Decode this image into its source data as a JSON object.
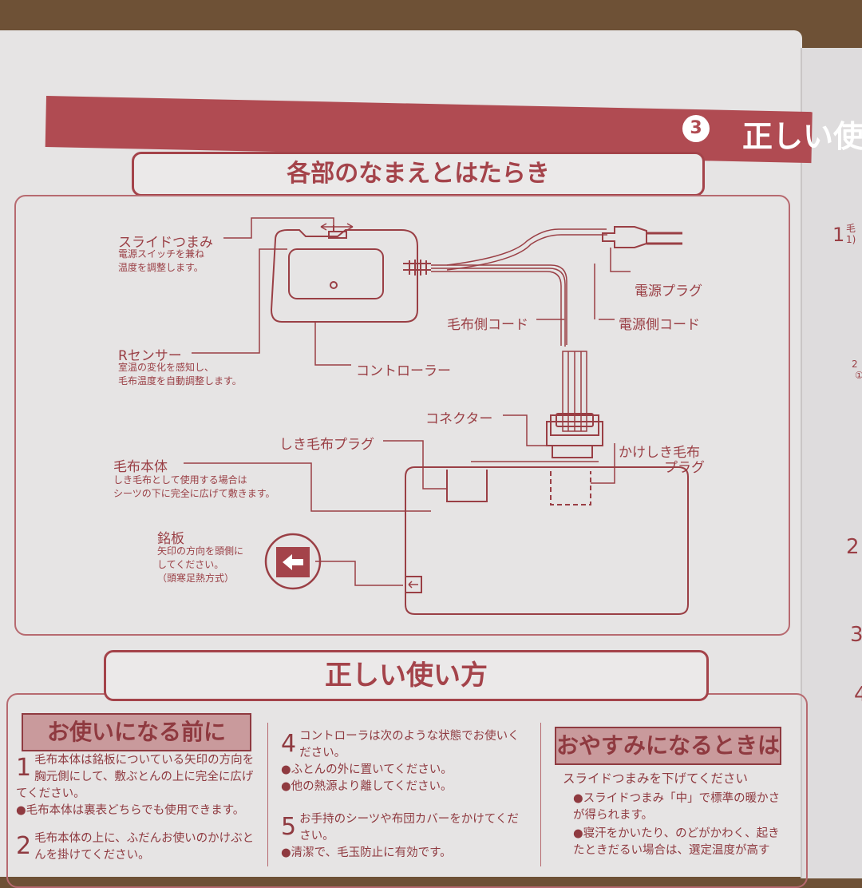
{
  "header": {
    "section_number": "3",
    "section_title": "正しい使い"
  },
  "parts": {
    "title": "各部のなまえとはたらき",
    "slide_knob": {
      "name": "スライドつまみ",
      "desc1": "電源スイッチを兼ね",
      "desc2": "温度を調整します。"
    },
    "r_sensor": {
      "name": "Rセンサー",
      "desc1": "室温の変化を感知し、",
      "desc2": "毛布温度を自動調整します。"
    },
    "controller": "コントローラー",
    "power_plug": "電源プラグ",
    "power_cord": "電源側コード",
    "blanket_cord": "毛布側コード",
    "connector": "コネクター",
    "under_plug": "しき毛布プラグ",
    "over_plug1": "かけしき毛布",
    "over_plug2": "プラグ",
    "body": {
      "name": "毛布本体",
      "desc1": "しき毛布として使用する場合は",
      "desc2": "シーツの下に完全に広げて敷きます。"
    },
    "nameplate": {
      "name": "銘板",
      "desc1": "矢印の方向を頭側に",
      "desc2": "してください。",
      "desc3": "（頭寒足熱方式）"
    }
  },
  "usage": {
    "title": "正しい使い方",
    "before": {
      "heading": "お使いになる前に",
      "items": [
        {
          "num": "1",
          "text": "毛布本体は銘板についている矢印の方向を胸元側にして、敷ぶとんの上に完全に広げてください。",
          "note": "●毛布本体は裏表どちらでも使用できます。"
        },
        {
          "num": "2",
          "text": "毛布本体の上に、ふだんお使いのかけぶとんを掛けてください。"
        }
      ]
    },
    "middle": {
      "items": [
        {
          "num": "4",
          "text": "コントローラは次のような状態でお使いください。",
          "notes": [
            "●ふとんの外に置いてください。",
            "●他の熱源より離してください。"
          ]
        },
        {
          "num": "5",
          "text": "お手持のシーツや布団カバーをかけてください。",
          "notes": [
            "●清潔で、毛玉防止に有効です。"
          ]
        }
      ]
    },
    "sleep": {
      "heading": "おやすみになるときは",
      "lead": "スライドつまみを下げてください",
      "notes": [
        "●スライドつまみ「中」で標準の暖かさが得られます。",
        "●寝汗をかいたり、のどがかわく、起きたときだるい場合は、選定温度が高す"
      ]
    }
  },
  "right_page": {
    "fragments": [
      "1",
      "毛",
      "1)",
      "2",
      "①",
      "2",
      "3",
      "4"
    ]
  },
  "colors": {
    "ink": "#a4434a",
    "band": "#b04b52",
    "paper": "#e6e4e4",
    "wood": "#6e5136"
  }
}
